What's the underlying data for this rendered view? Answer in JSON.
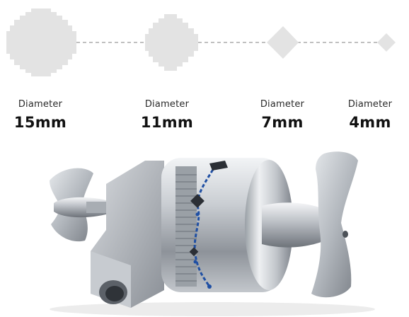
{
  "sizes": [
    {
      "label": "Diameter",
      "value": "15mm"
    },
    {
      "label": "Diameter",
      "value": "11mm"
    },
    {
      "label": "Diameter",
      "value": "7mm"
    },
    {
      "label": "Diameter",
      "value": "4mm"
    }
  ],
  "colors": {
    "shape_fill": "#e3e3e3",
    "dash_line": "#9a9a9a",
    "metal_light": "#e9ecef",
    "metal_mid": "#b8bcc2",
    "metal_dark": "#6f747b",
    "blue_accent": "#1f4fa3"
  }
}
